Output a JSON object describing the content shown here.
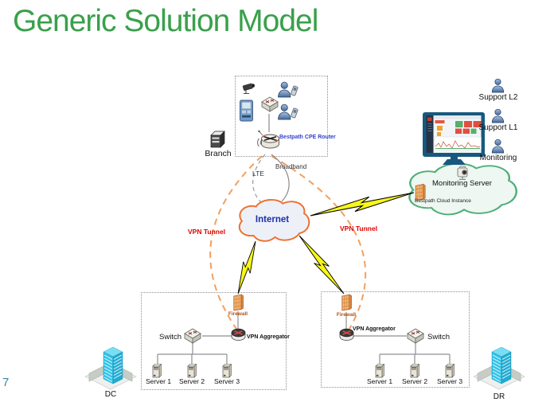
{
  "slide": {
    "title": "Generic Solution Model",
    "page_number": "7"
  },
  "branch": {
    "label": "Branch",
    "router_label": "Bestpath CPE Router"
  },
  "links": {
    "lte": "LTE",
    "broadband": "Broadband"
  },
  "internet": {
    "label": "Internet"
  },
  "vpn": {
    "left_label": "VPN Tunnel",
    "right_label": "VPN Tunnel"
  },
  "monitoring": {
    "cloud_label": "Monitoring Server",
    "instance_label": "Bestpath Cloud Instance"
  },
  "support": {
    "items": [
      "Support L2",
      "Support L1",
      "Monitoring"
    ]
  },
  "dc": {
    "building_label": "DC",
    "firewall_label": "Firewall",
    "aggregator_label": "VPN Aggregator",
    "switch_label": "Switch",
    "servers": [
      "Server 1",
      "Server 2",
      "Server 3"
    ]
  },
  "dr": {
    "building_label": "DR",
    "firewall_label": "Firewall",
    "aggregator_label": "VPN Aggregator",
    "switch_label": "Switch",
    "servers": [
      "Server 1",
      "Server 2",
      "Server 3"
    ]
  },
  "colors": {
    "title_green": "#3aa04b",
    "internet_cloud_border": "#ee6f2e",
    "internet_text": "#1c2db0",
    "monitoring_cloud_border": "#4fae79",
    "vpn_tunnel_text": "#e00000",
    "vpn_dash": "#f2a05e",
    "lightning": "#f7f719",
    "building_cyan": "#2ec3e8",
    "monitor_frame": "#17597e"
  }
}
